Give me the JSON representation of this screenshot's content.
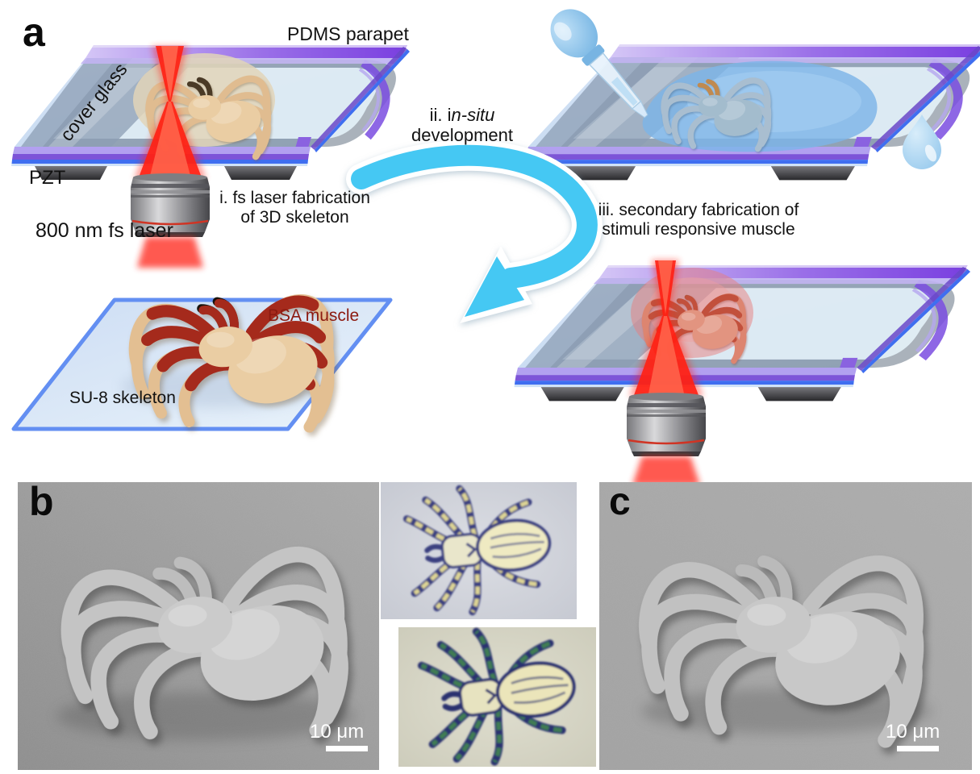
{
  "panel_a": {
    "label": "a",
    "annotations": {
      "pdms_parapet": "PDMS parapet",
      "cover_glass": "cover glass",
      "pzt": "PZT",
      "laser_source": "800 nm fs laser",
      "step_i": [
        "i. fs laser fabrication",
        "of 3D skeleton"
      ],
      "step_ii_prefix": "ii. i",
      "step_ii_italic": "n-situ",
      "step_ii_line2": "development",
      "step_iii": [
        "iii. secondary fabrication of",
        "stimuli responsive muscle"
      ],
      "bsa_muscle": "BSA muscle",
      "su8_skeleton": "SU-8 skeleton"
    },
    "colors": {
      "laser_red": "#ff2013",
      "arrow_cyan": "#45c8f3",
      "pdms_purple": "#7a3fe0",
      "glass_blue": "#cfe0f4",
      "slide_edge_blue": "#3f6ef0",
      "skeleton_tan": "#eacda3",
      "muscle_red": "#a52a1c",
      "bsa_label_red": "#8c1a10",
      "developer_blue": "#7db5e8",
      "pzt_gray": "#4a4a4e"
    }
  },
  "panel_b": {
    "label": "b",
    "scale_bar": "10 μm"
  },
  "panel_c": {
    "label": "c",
    "scale_bar": "10 μm"
  }
}
